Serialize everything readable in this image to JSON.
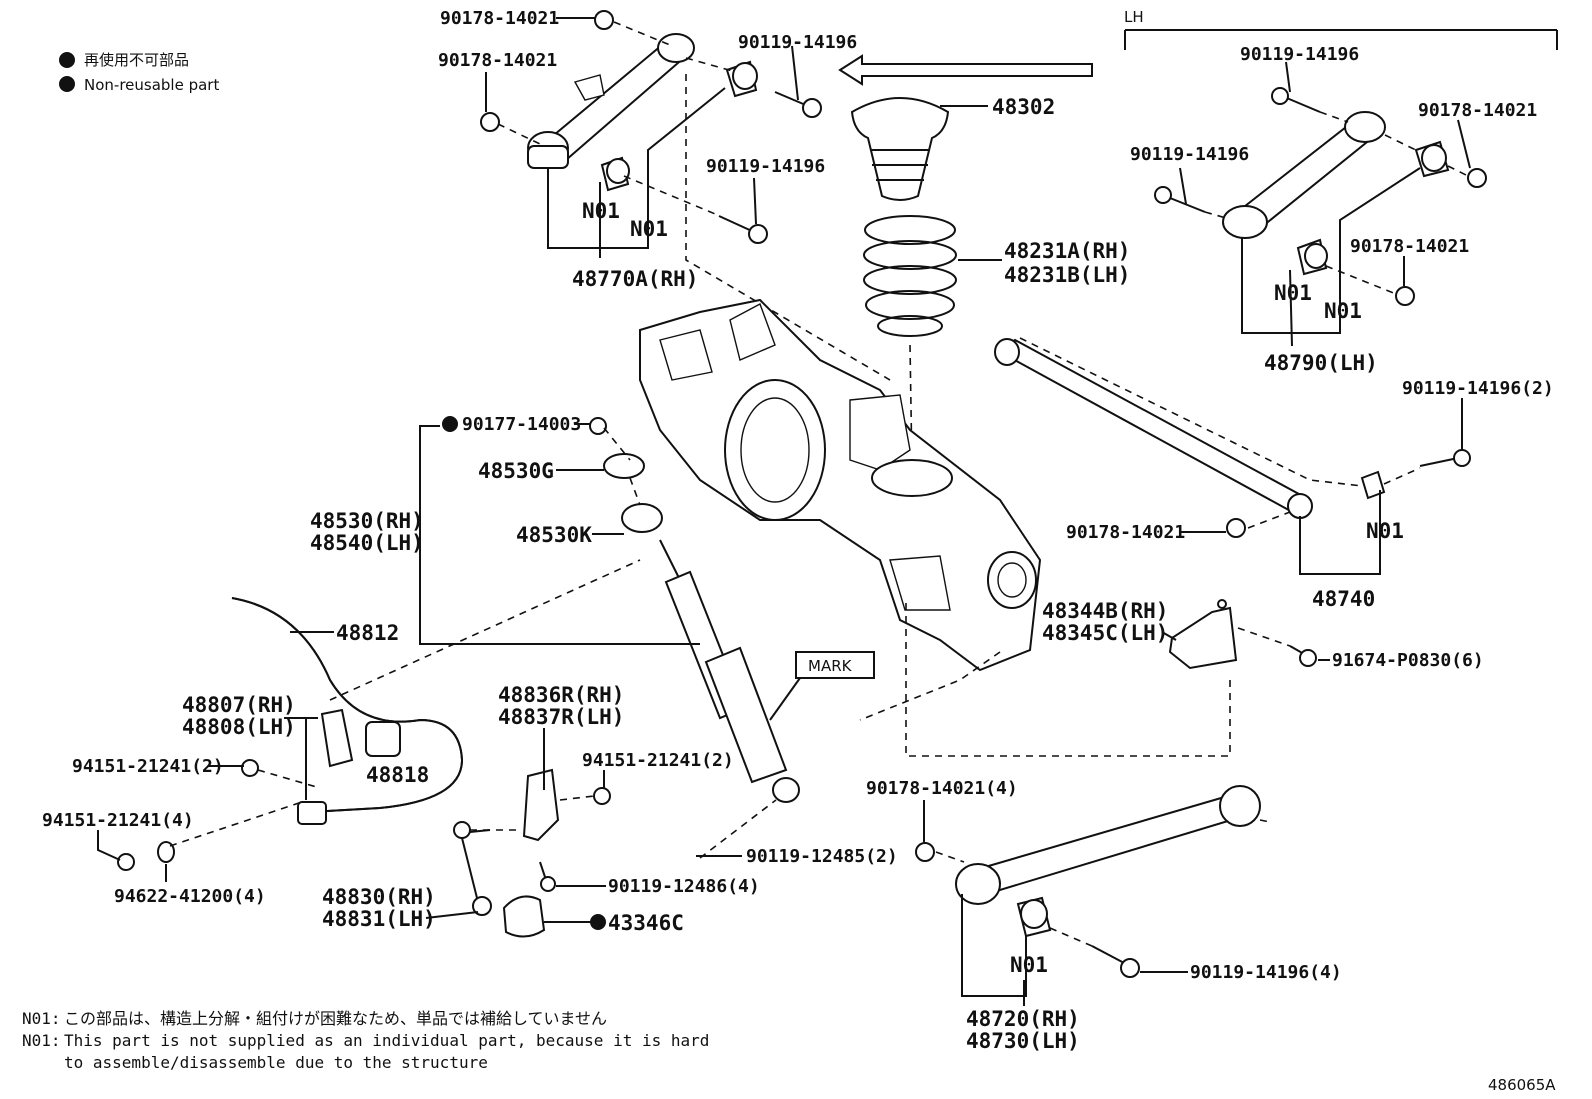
{
  "legend": {
    "jp": "再使用不可部品",
    "en": "Non-reusable part"
  },
  "side_label_lh": "LH",
  "mark_label": "MARK",
  "diagram_id": "486065A",
  "notes": {
    "jp_prefix": "N01:",
    "jp_text": "この部品は、構造上分解・組付けが困難なため、単品では補給していません",
    "en_prefix": "N01:",
    "en_line1": "This part is not supplied as an individual part, because it is hard",
    "en_line2": "to assemble/disassemble due to the structure"
  },
  "callouts": {
    "p90178_14021_top": "90178-14021",
    "p90178_14021_left": "90178-14021",
    "p90119_14196_top": "90119-14196",
    "p90119_14196_mid": "90119-14196",
    "n01_a": "N01",
    "n01_b": "N01",
    "p48770A": "48770A(RH)",
    "p48302": "48302",
    "p48231A": "48231A(RH)",
    "p48231B": "48231B(LH)",
    "lh_90119_14196_a": "90119-14196",
    "lh_90178_14021_a": "90178-14021",
    "lh_90119_14196_b": "90119-14196",
    "lh_90178_14021_b": "90178-14021",
    "lh_n01_a": "N01",
    "lh_n01_b": "N01",
    "p48790": "48790(LH)",
    "p90119_14196_2": "90119-14196(2)",
    "p90178_14021_right": "90178-14021",
    "n01_c": "N01",
    "p48740": "48740",
    "p90177_14003": "90177-14003",
    "p48530G": "48530G",
    "p48530": "48530(RH)",
    "p48540": "48540(LH)",
    "p48530K": "48530K",
    "p48812": "48812",
    "p48344B": "48344B(RH)",
    "p48345C": "48345C(LH)",
    "p91674": "91674-P0830(6)",
    "p48807": "48807(RH)",
    "p48808": "48808(LH)",
    "p48836R": "48836R(RH)",
    "p48837R": "48837R(LH)",
    "p94151_2_left": "94151-21241(2)",
    "p48818": "48818",
    "p94151_2_right": "94151-21241(2)",
    "p90178_14021_4": "90178-14021(4)",
    "p94151_4": "94151-21241(4)",
    "p90119_12485": "90119-12485(2)",
    "p94622": "94622-41200(4)",
    "p90119_12486": "90119-12486(4)",
    "p48830": "48830(RH)",
    "p48831": "48831(LH)",
    "p43346C": "43346C",
    "n01_d": "N01",
    "p90119_14196_4": "90119-14196(4)",
    "p48720": "48720(RH)",
    "p48730": "48730(LH)"
  }
}
